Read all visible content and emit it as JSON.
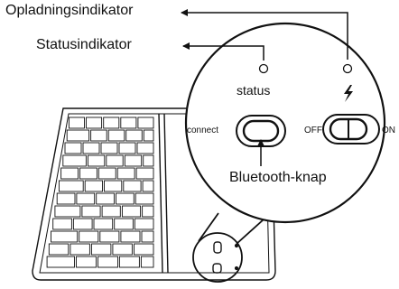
{
  "labels": {
    "charge_indicator": "Opladningsindikator",
    "status_indicator": "Statusindikator",
    "status": "status",
    "connect": "connect",
    "off": "OFF",
    "on": "ON",
    "bluetooth_button": "Bluetooth-knap"
  },
  "icons": {
    "charge": "lightning-bolt-icon"
  },
  "colors": {
    "line": "#111111",
    "background": "#ffffff"
  }
}
